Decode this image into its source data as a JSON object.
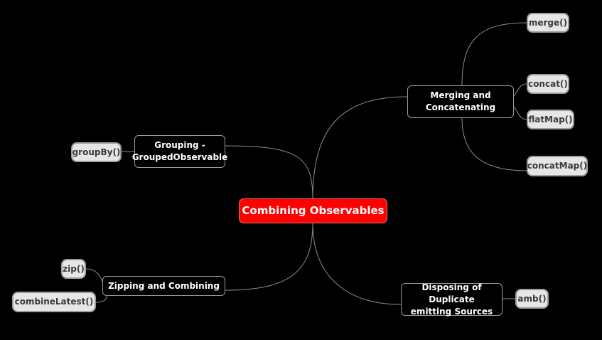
{
  "root": {
    "label": "Combining Observables"
  },
  "branches": {
    "merging": {
      "label": "Merging and\nConcatenating",
      "children": [
        "merge()",
        "concat()",
        "flatMap()",
        "concatMap()"
      ]
    },
    "grouping": {
      "label": "Grouping -\nGroupedObservable",
      "children": [
        "groupBy()"
      ]
    },
    "zipping": {
      "label": "Zipping and Combining",
      "children": [
        "zip()",
        "combineLatest()"
      ]
    },
    "disposing": {
      "label": "Disposing of Duplicate\nemitting Sources",
      "children": [
        "amb()"
      ]
    }
  },
  "colors": {
    "background": "#000000",
    "root_fill": "#ff0000",
    "branch_fill": "#000000",
    "leaf_fill": "#e6e6e6",
    "connector": "#8c8c8c"
  }
}
